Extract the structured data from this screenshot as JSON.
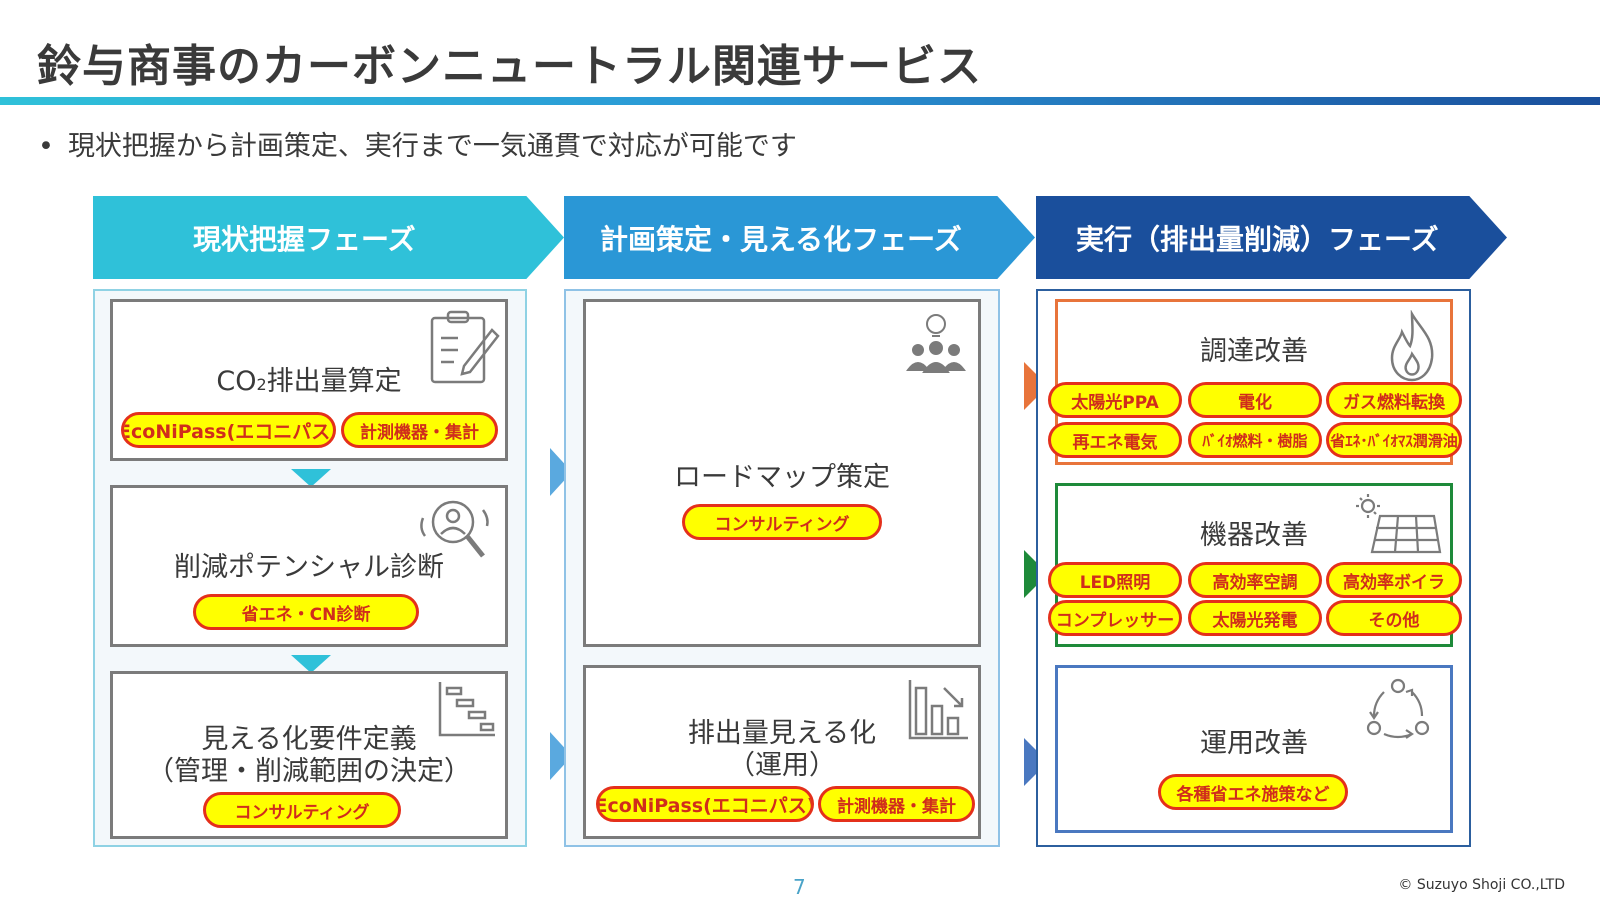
{
  "page": {
    "title": "鈴与商事のカーボンニュートラル関連サービス",
    "subtitle_bullet": "•",
    "subtitle": "現状把握から計画策定、実行まで一気通貫で対応が可能です",
    "page_number": "7",
    "copyright": "© Suzuyo Shoji CO.,LTD"
  },
  "phases": [
    {
      "label": "現状把握フェーズ",
      "color": "#2fc1d9"
    },
    {
      "label": "計画策定・見える化フェーズ",
      "color": "#2a97d6"
    },
    {
      "label": "実行（排出量削減）フェーズ",
      "color": "#1a4f9c"
    }
  ],
  "col1": {
    "box1": {
      "title_main": "CO",
      "title_sub": "2",
      "title_rest": "排出量算定",
      "tags": [
        "EcoNiPass(エコニパス)",
        "計測機器・集計"
      ],
      "icon": "clipboard-icon"
    },
    "box2": {
      "title": "削減ポテンシャル診断",
      "tags": [
        "省エネ・CN診断"
      ],
      "icon": "search-person-icon"
    },
    "box3": {
      "title_line1": "見える化要件定義",
      "title_line2": "（管理・削減範囲の決定）",
      "tags": [
        "コンサルティング"
      ],
      "icon": "gantt-icon"
    }
  },
  "col2": {
    "box1": {
      "title": "ロードマップ策定",
      "tags": [
        "コンサルティング"
      ],
      "icon": "team-idea-icon"
    },
    "box2": {
      "title_line1": "排出量見える化",
      "title_line2": "（運用）",
      "tags": [
        "EcoNiPass(エコニパス)",
        "計測機器・集計"
      ],
      "icon": "bar-chart-icon"
    }
  },
  "col3": {
    "box1": {
      "title": "調達改善",
      "border": "#e8743b",
      "tags": [
        "太陽光PPA",
        "電化",
        "ガス燃料転換",
        "再エネ電気",
        "ﾊﾞｲｵ燃料・樹脂",
        "省ｴﾈ･ﾊﾞｲｵﾏｽ潤滑油"
      ],
      "icon": "flame-icon"
    },
    "box2": {
      "title": "機器改善",
      "border": "#1e8a3a",
      "tags": [
        "LED照明",
        "高効率空調",
        "高効率ボイラ",
        "コンプレッサー",
        "太陽光発電",
        "その他"
      ],
      "icon": "solar-panel-icon"
    },
    "box3": {
      "title": "運用改善",
      "border": "#4a78c0",
      "tags": [
        "各種省エネ施策など"
      ],
      "icon": "cycle-icon"
    }
  }
}
